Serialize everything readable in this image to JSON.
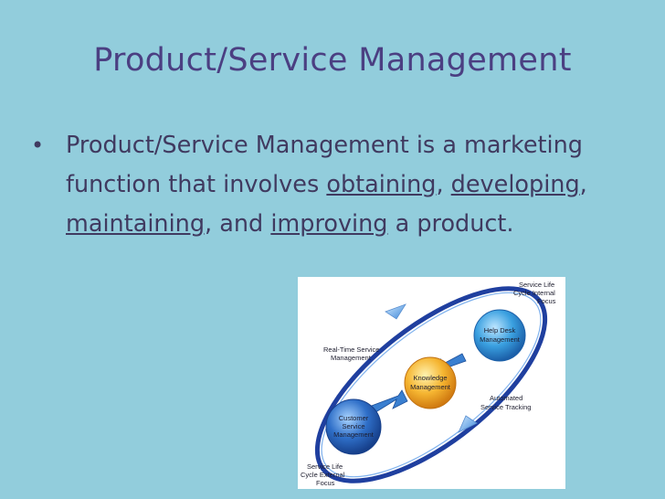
{
  "slide": {
    "title": "Product/Service Management",
    "bullet": {
      "marker": "•",
      "intro": "Product/Service Management is a marketing function that involves ",
      "term1": "obtaining",
      "sep1": ", ",
      "term2": "developing",
      "sep2": ", ",
      "term3": "maintaining",
      "sep3": ", and ",
      "term4": "improving",
      "outro": " a product."
    }
  },
  "diagram": {
    "nodes": {
      "help_desk": [
        "Help Desk",
        "Management"
      ],
      "knowledge": [
        "Knowledge",
        "Management"
      ],
      "customer": [
        "Customer",
        "Service",
        "Management"
      ]
    },
    "labels": {
      "life_internal": [
        "Service Life",
        "Cycle Internal",
        "Focus"
      ],
      "real_time": [
        "Real-Time Service",
        "Management"
      ],
      "automated": [
        "Automated",
        "Service Tracking"
      ],
      "life_external": [
        "Service Life",
        "Cycle External",
        "Focus"
      ]
    }
  },
  "colors": {
    "background": "#92cddc",
    "title": "#4b3f82",
    "body_text": "#403a60",
    "orbit": "#1f3f9f",
    "help_desk_node": "#3aa0e0",
    "knowledge_node": "#f0a020",
    "customer_node": "#2f6fc8"
  }
}
